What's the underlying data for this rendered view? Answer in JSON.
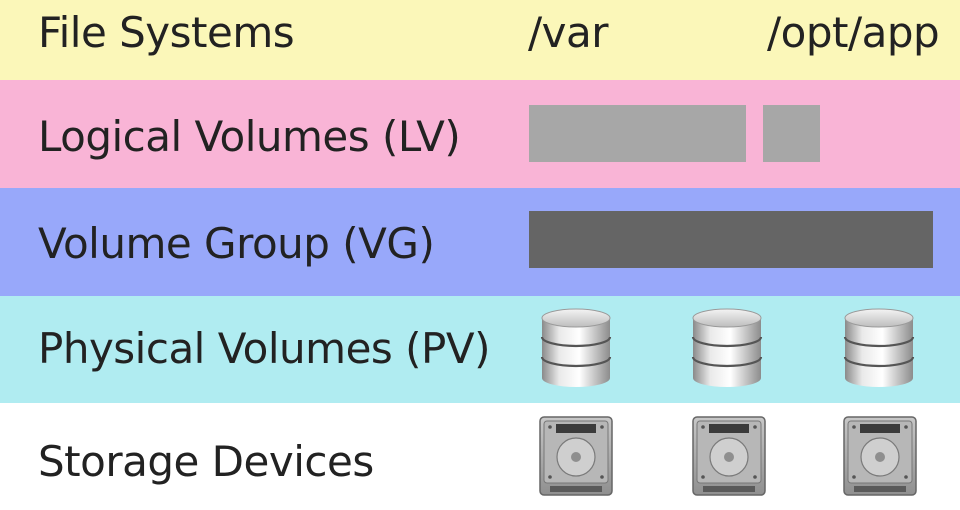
{
  "layers": {
    "file_systems": {
      "label": "File Systems",
      "paths": [
        "/var",
        "/opt/app"
      ]
    },
    "logical_volumes": {
      "label": "Logical Volumes (LV)"
    },
    "volume_group": {
      "label": "Volume Group (VG)"
    },
    "physical_volumes": {
      "label": "Physical Volumes (PV)",
      "icon": "database-icon"
    },
    "storage_devices": {
      "label": "Storage Devices",
      "icon": "hard-drive-icon"
    }
  },
  "colors": {
    "file_systems_bg": "#fbf7b9",
    "logical_volumes_bg": "#f9b4d6",
    "volume_group_bg": "#98a8fa",
    "physical_volumes_bg": "#b0ecf1",
    "storage_devices_bg": "#ffffff",
    "lv_block": "#a7a7a7",
    "vg_block": "#656565"
  }
}
